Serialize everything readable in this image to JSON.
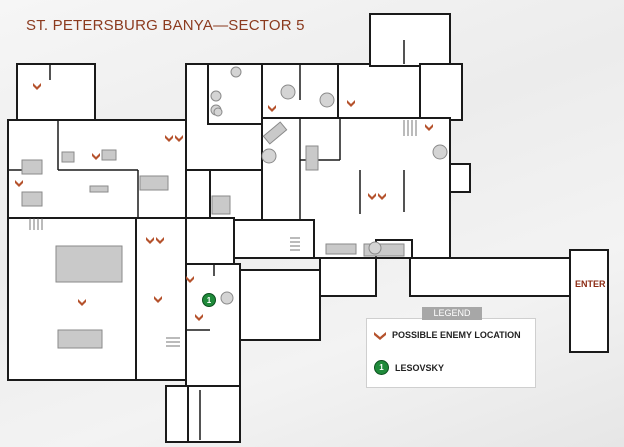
{
  "map": {
    "title": "ST. PETERSBURG BANYA—SECTOR 5",
    "enter_label": "ENTER",
    "marker_number": "1",
    "legend": {
      "title": "LEGEND",
      "items": [
        {
          "label": "POSSIBLE ENEMY LOCATION",
          "icon": "enemy-chevron-icon"
        },
        {
          "label": "LESOVSKY",
          "icon": "lesovsky-marker-icon"
        }
      ]
    },
    "colors": {
      "wall": "#1a1a1a",
      "floor": "#ffffff",
      "furniture": "#c9c9c9",
      "enemy_marker": "#b5522c",
      "lesovsky_marker": "#1f8a3a",
      "title": "#8b3a1e"
    }
  }
}
